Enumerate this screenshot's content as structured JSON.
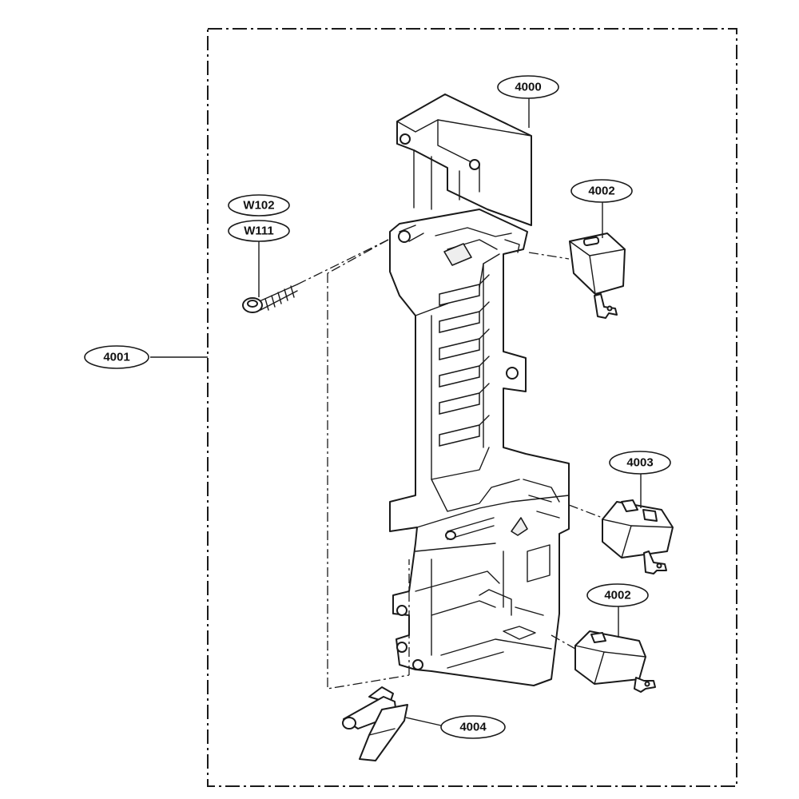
{
  "diagram": {
    "labels": {
      "frame_assembly": "4001",
      "latch_board": "4000",
      "switch_upper": "4002",
      "switch_middle": "4003",
      "switch_lower": "4002",
      "lever": "4004",
      "screw_a": "W102",
      "screw_b": "W111"
    }
  }
}
